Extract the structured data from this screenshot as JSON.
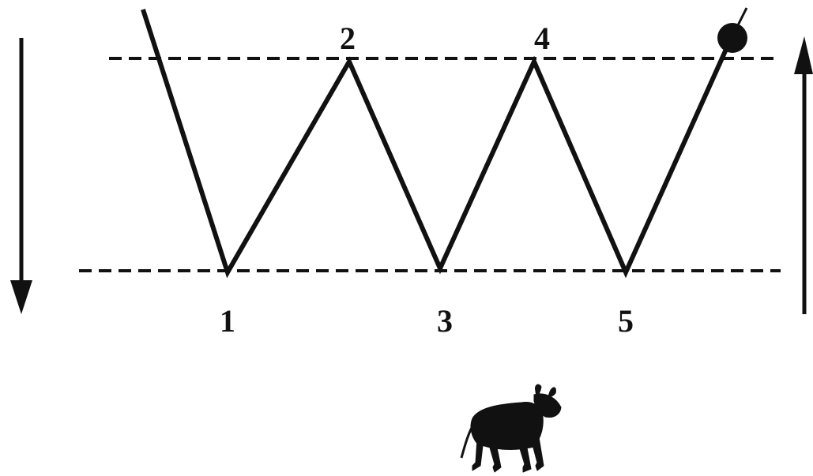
{
  "pivots": [
    {
      "label": "1",
      "level": "support"
    },
    {
      "label": "2",
      "level": "resistance"
    },
    {
      "label": "3",
      "level": "support"
    },
    {
      "label": "4",
      "level": "resistance"
    },
    {
      "label": "5",
      "level": "support"
    }
  ],
  "colors": {
    "ink": "#111111",
    "background": "#ffffff"
  },
  "icons": {
    "breakout_marker": "filled-circle-icon",
    "market_symbol": "bull-icon",
    "left_arrow": "arrow-down-icon",
    "right_arrow": "arrow-up-icon"
  }
}
